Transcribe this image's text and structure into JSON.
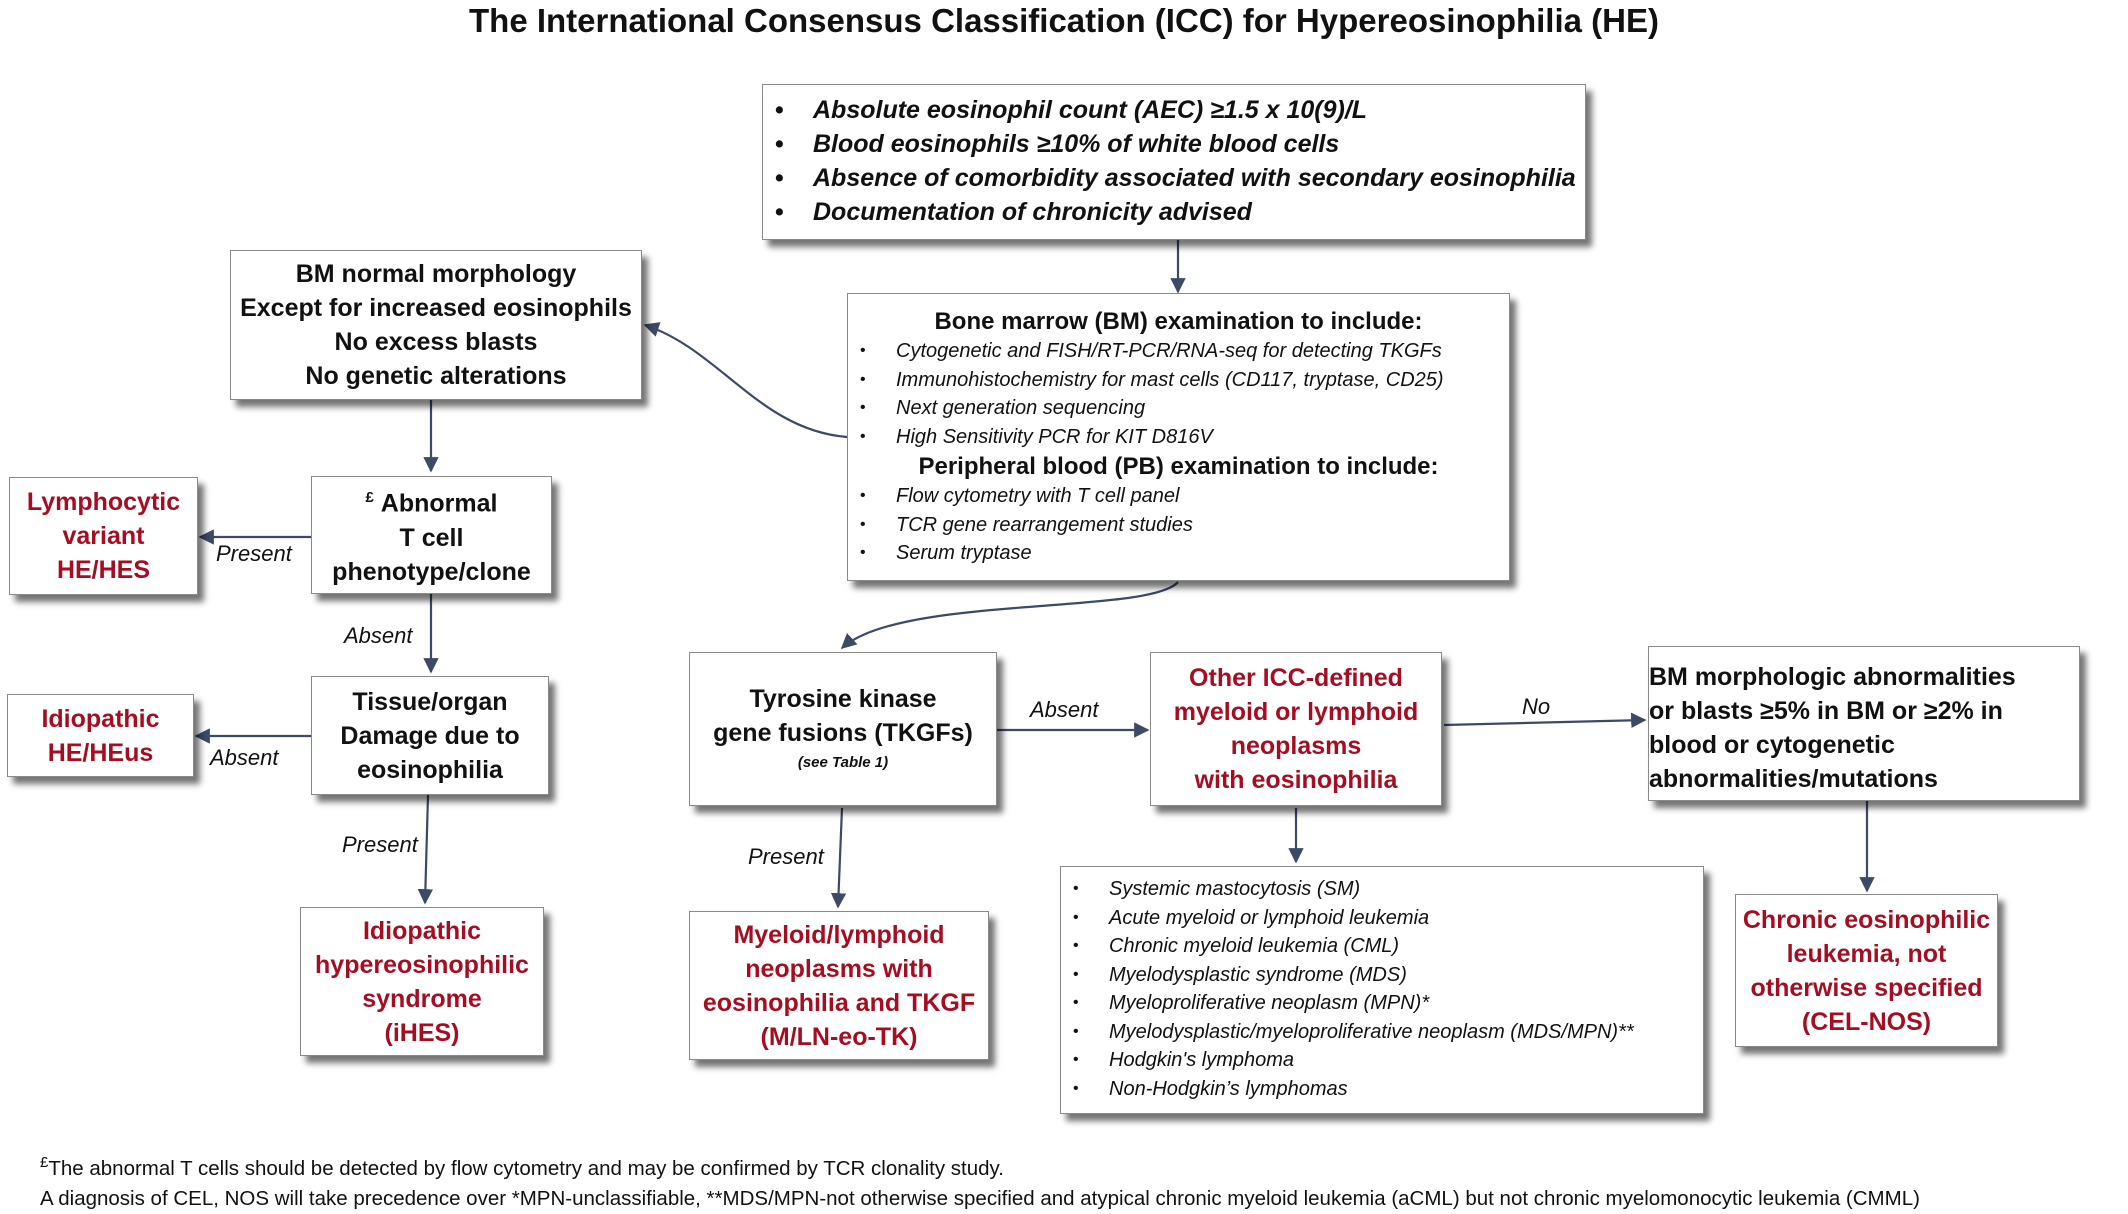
{
  "title": "The International Consensus Classification (ICC) for Hypereosinophilia (HE)",
  "criteria": [
    "Absolute eosinophil count (AEC) ≥1.5 x 10(9)/L",
    "Blood eosinophils ≥10% of white blood cells",
    "Absence of comorbidity associated with secondary eosinophilia",
    "Documentation of chronicity advised"
  ],
  "exam": {
    "bm_heading": "Bone marrow (BM) examination to include:",
    "bm_items": [
      "Cytogenetic and FISH/RT-PCR/RNA-seq for detecting TKGFs",
      "Immunohistochemistry for mast cells (CD117, tryptase, CD25)",
      "Next generation sequencing",
      "High Sensitivity PCR for KIT D816V"
    ],
    "pb_heading": "Peripheral blood (PB) examination to include:",
    "pb_items": [
      "Flow cytometry with T cell panel",
      "TCR gene rearrangement studies",
      "Serum tryptase"
    ]
  },
  "bm_normal": [
    "BM normal morphology",
    "Except for increased eosinophils",
    "No excess blasts",
    "No genetic alterations"
  ],
  "tcell": {
    "mark": "£",
    "lines": [
      "Abnormal",
      "T cell",
      "phenotype/clone"
    ]
  },
  "lymphocytic": [
    "Lymphocytic",
    "variant",
    "HE/HES"
  ],
  "tissue": [
    "Tissue/organ",
    "Damage due to",
    "eosinophilia"
  ],
  "idiopathic_he": [
    "Idiopathic",
    "HE/HEus"
  ],
  "ihes": [
    "Idiopathic",
    "hypereosinophilic",
    "syndrome",
    "(iHES)"
  ],
  "tkgf": {
    "lines": [
      "Tyrosine kinase",
      "gene fusions (TKGFs)"
    ],
    "note": "(see Table 1)"
  },
  "mln": [
    "Myeloid/lymphoid",
    "neoplasms with",
    "eosinophilia and TKGF",
    "(M/LN-eo-TK)"
  ],
  "other_icc": [
    "Other ICC-defined",
    "myeloid or lymphoid",
    "neoplasms",
    "with eosinophilia"
  ],
  "neoplasm_list": [
    "Systemic mastocytosis (SM)",
    "Acute myeloid or lymphoid leukemia",
    "Chronic myeloid leukemia (CML)",
    "Myelodysplastic syndrome (MDS)",
    "Myeloproliferative neoplasm (MPN)*",
    "Myelodysplastic/myeloproliferative neoplasm (MDS/MPN)**",
    "Hodgkin's lymphoma",
    "Non-Hodgkin’s lymphomas"
  ],
  "bm_abnormal": [
    "BM morphologic abnormalities",
    "or blasts ≥5% in BM or ≥2% in",
    "blood or cytogenetic",
    "abnormalities/mutations"
  ],
  "cel_nos": [
    "Chronic eosinophilic",
    "leukemia, not",
    "otherwise specified",
    "(CEL-NOS)"
  ],
  "labels": {
    "present_lymph": "Present",
    "absent_tcell": "Absent",
    "absent_idio": "Absent",
    "present_ihes": "Present",
    "present_tkgf": "Present",
    "absent_tkgf": "Absent",
    "no_other": "No"
  },
  "footnotes": {
    "mark": "£",
    "line1": "The abnormal T cells should be detected by flow cytometry and may be confirmed by TCR clonality study.",
    "line2": "A diagnosis of CEL, NOS will take precedence over *MPN-unclassifiable, **MDS/MPN-not otherwise specified and atypical chronic myeloid leukemia (aCML) but not chronic myelomonocytic leukemia (CMML)"
  },
  "colors": {
    "red_text": "#a50e22",
    "arrow": "#3c4a66",
    "border": "#8a8a8a"
  }
}
